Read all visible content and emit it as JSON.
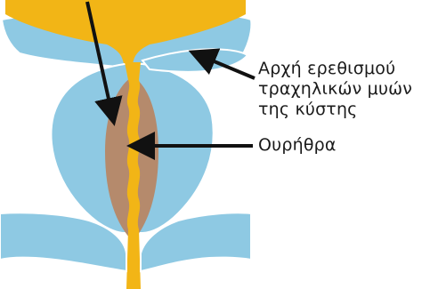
{
  "labels": {
    "sphincter": {
      "lines": [
        "Αρχή ερεθισμού",
        "τραχηλικών μυών",
        "της κύστης"
      ]
    },
    "urethra": "Ουρήθρα"
  },
  "colors": {
    "tissue": "#8ec9e3",
    "tissue_outline": "#ffffff",
    "urine": "#f2b516",
    "prostate": "#b58a6c",
    "arrow": "#111111",
    "background": "#ffffff"
  }
}
